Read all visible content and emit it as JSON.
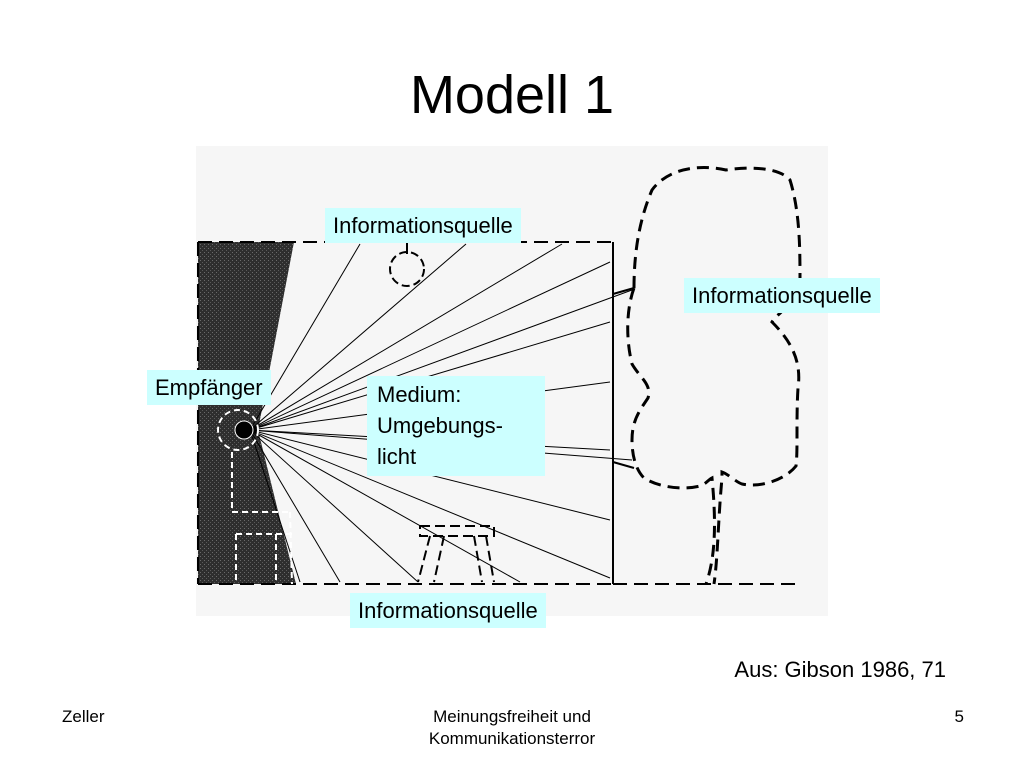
{
  "slide": {
    "title": "Modell 1",
    "source": "Aus: Gibson 1986, 71"
  },
  "diagram": {
    "labels": {
      "source_top": "Informationsquelle",
      "source_right": "Informationsquelle",
      "source_bottom": "Informationsquelle",
      "receiver": "Empfänger",
      "medium_line1": "Medium:",
      "medium_line2": "Umgebungs-",
      "medium_line3": "licht"
    },
    "colors": {
      "label_background": "#ccffff",
      "shadow": "#3a3a3a",
      "lines": "#000000"
    }
  },
  "footer": {
    "author": "Zeller",
    "topic_line1": "Meinungsfreiheit und",
    "topic_line2": "Kommunikationsterror",
    "page_number": "5"
  }
}
